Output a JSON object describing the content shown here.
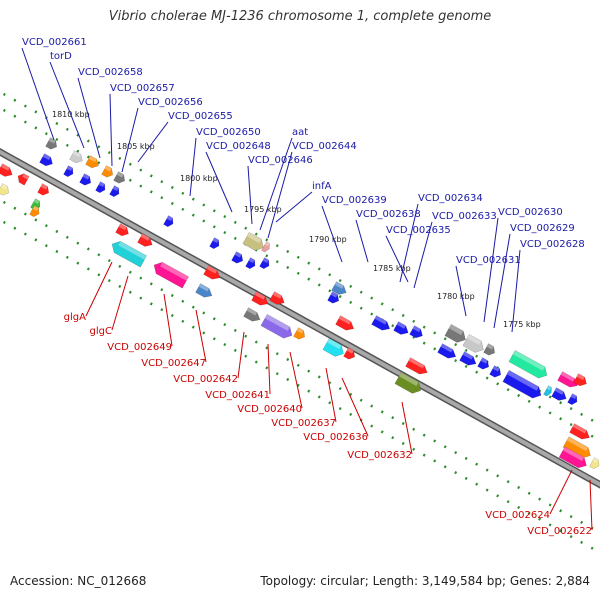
{
  "title": "Vibrio cholerae MJ-1236 chromosome 1, complete genome",
  "footer": {
    "accession_label": "Accession:",
    "accession": "NC_012668",
    "topology_label": "Topology:",
    "topology": "circular",
    "length_label": "Length:",
    "length": "3,149,584 bp",
    "genes_label": "Genes:",
    "genes": "2,884",
    "sep": "; "
  },
  "colors": {
    "forward_label": "#1a1aa6",
    "reverse_label": "#cc0000",
    "backbone": "#888888",
    "tick": "#2e8b2e"
  },
  "kbp_ticks": [
    "1810 kbp",
    "1805 kbp",
    "1800 kbp",
    "1795 kbp",
    "1790 kbp",
    "1785 kbp",
    "1780 kbp",
    "1775 kbp"
  ],
  "forward_labels": [
    "VCD_002661",
    "torD",
    "VCD_002658",
    "VCD_002657",
    "VCD_002656",
    "VCD_002655",
    "VCD_002650",
    "aat",
    "VCD_002648",
    "VCD_002644",
    "VCD_002646",
    "infA",
    "VCD_002639",
    "VCD_002638",
    "VCD_002634",
    "VCD_002633",
    "VCD_002635",
    "VCD_002630",
    "VCD_002629",
    "VCD_002628",
    "VCD_002631"
  ],
  "reverse_labels": [
    "glgA",
    "glgC",
    "VCD_002649",
    "VCD_002647",
    "VCD_002642",
    "VCD_002641",
    "VCD_002640",
    "VCD_002637",
    "VCD_002636",
    "VCD_002632",
    "VCD_002624",
    "VCD_002622"
  ]
}
